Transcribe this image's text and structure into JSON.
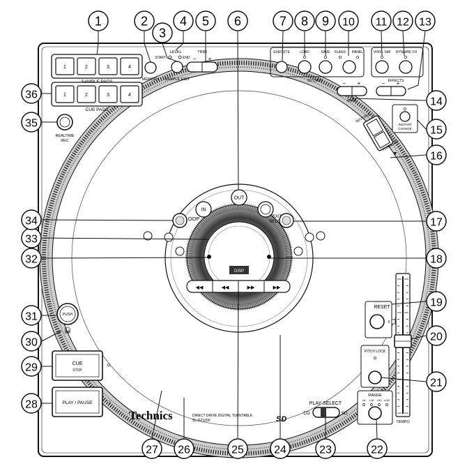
{
  "callouts": [
    "1",
    "2",
    "3",
    "4",
    "5",
    "6",
    "7",
    "8",
    "9",
    "10",
    "11",
    "12",
    "13",
    "14",
    "15",
    "16",
    "17",
    "18",
    "19",
    "20",
    "21",
    "22",
    "23",
    "24",
    "25",
    "26",
    "27",
    "28",
    "29",
    "30",
    "31",
    "32",
    "33",
    "34",
    "35",
    "36"
  ],
  "labels": {
    "sample_pads": "SAMPLE PADS",
    "cue_pads": "CUE PADS",
    "memory": "MEMORY",
    "sample_edit": "SAMPLE EDIT",
    "level": "LEVEL",
    "start": "START",
    "end": "END",
    "trim": "TRIM",
    "minus": "−",
    "plus": "+",
    "execute": "EXECUTE",
    "load": "LOAD",
    "save": "SAVE",
    "sd_card": "SD CARD",
    "flags": "FLAGS",
    "panel": "PANEL",
    "vinyl_sim": "VINYL SIM",
    "dynamic_fx": "DYNAMIC FX",
    "effects": "EFFECTS",
    "bank": "BANK",
    "reverse": "REVERSE",
    "forward": "FORWARD",
    "instant": "INSTANT",
    "change": "CHANGE",
    "realtime": "REALTIME",
    "rec": "REC",
    "loop": "LOOP",
    "in": "IN",
    "out": "OUT",
    "exit": "EXIT /",
    "reloop": "RELOOP",
    "display_mode": "DISP",
    "reset": "RESET",
    "zero": "0",
    "pitch_lock": "PITCH LOCK",
    "range": "RANGE",
    "range_values": [
      "±8",
      "±16",
      "±50",
      "±100"
    ],
    "tempo": "TEMPO",
    "play_select": "PLAY SELECT",
    "cd": "CD",
    "sd": "SD",
    "cue": "CUE",
    "stop": "STOP",
    "play_pause": "PLAY / PAUSE",
    "push": "PUSH",
    "brand": "Technics",
    "model_line1": "DIRECT DRIVE DIGITAL TURNTABLE",
    "model_line2": "SL-DZ1200",
    "sd_logo": "SD",
    "pads": [
      "1",
      "2",
      "3",
      "4"
    ]
  }
}
